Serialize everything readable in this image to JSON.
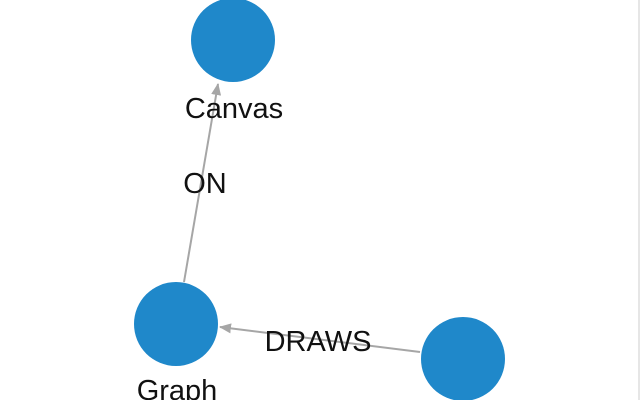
{
  "graph": {
    "nodes": [
      {
        "id": "canvas",
        "label": "Canvas"
      },
      {
        "id": "graph",
        "label": "Graph"
      },
      {
        "id": "unlabeled",
        "label": ""
      }
    ],
    "edges": [
      {
        "id": "on",
        "source": "graph",
        "target": "canvas",
        "label": "ON"
      },
      {
        "id": "draws",
        "source": "unlabeled",
        "target": "graph",
        "label": "DRAWS"
      }
    ]
  },
  "colors": {
    "node_fill": "#1f88ca",
    "edge_stroke": "#a6a6a6",
    "label_text": "#111111",
    "background": "#ffffff"
  }
}
